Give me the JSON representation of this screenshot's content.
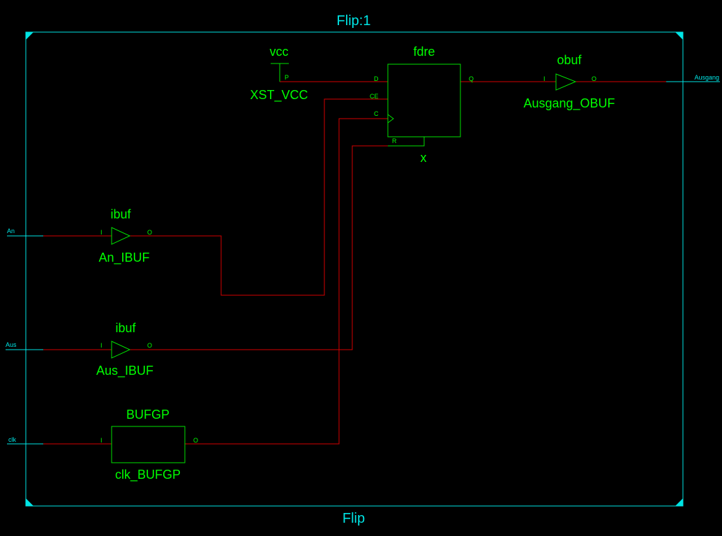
{
  "schematic": {
    "title": "Flip:1",
    "footer": "Flip",
    "colors": {
      "frame": "#00e5e5",
      "wire": "#d40000",
      "cell": "#00e000",
      "text": "#00ff00"
    },
    "ports": {
      "an": "An",
      "aus": "Aus",
      "clk": "clk",
      "ausgang": "Ausgang"
    },
    "cells": {
      "vcc": {
        "type": "vcc",
        "name": "XST_VCC",
        "pin_p": "P"
      },
      "fdre": {
        "type": "fdre",
        "name": "x",
        "pin_d": "D",
        "pin_ce": "CE",
        "pin_c": "C",
        "pin_r": "R",
        "pin_q": "Q"
      },
      "obuf": {
        "type": "obuf",
        "name": "Ausgang_OBUF",
        "pin_i": "I",
        "pin_o": "O"
      },
      "an_ibuf": {
        "type": "ibuf",
        "name": "An_IBUF",
        "pin_i": "I",
        "pin_o": "O"
      },
      "aus_ibuf": {
        "type": "ibuf",
        "name": "Aus_IBUF",
        "pin_i": "I",
        "pin_o": "O"
      },
      "bufgp": {
        "type": "BUFGP",
        "name": "clk_BUFGP",
        "pin_i": "I",
        "pin_o": "O"
      }
    }
  }
}
